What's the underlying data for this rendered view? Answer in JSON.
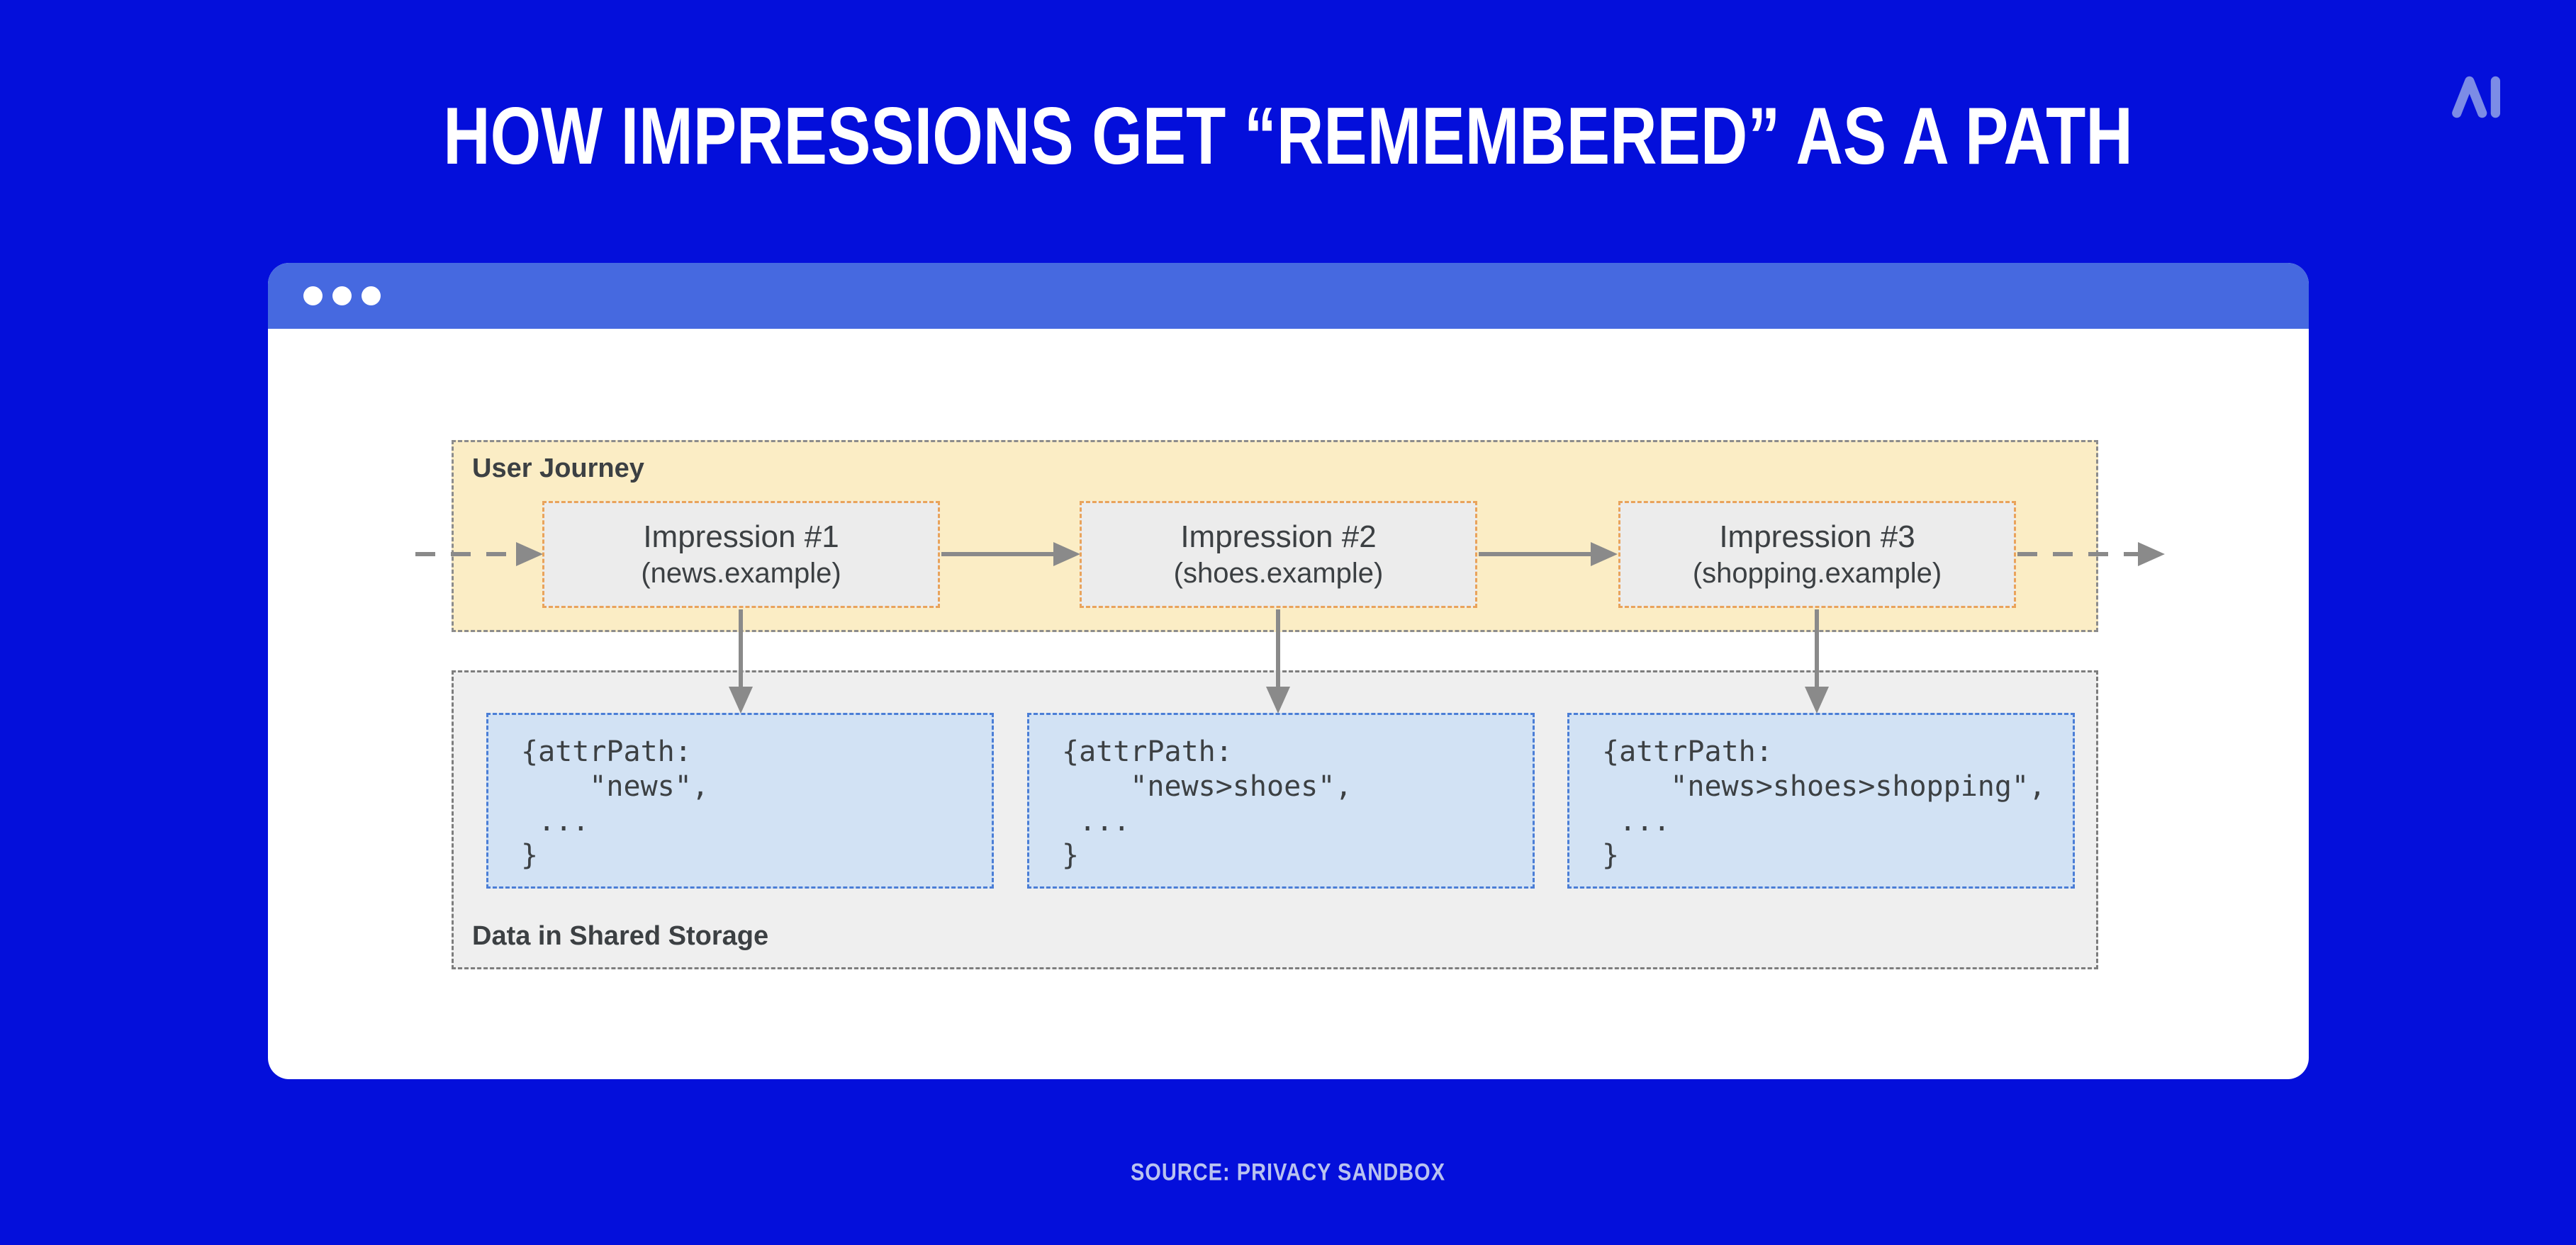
{
  "colors": {
    "bg": "#040FDB",
    "titlebar": "#4669E0",
    "window": "#FFFFFF",
    "journey-bg": "#FBEDC5",
    "journey-border": "#8C8C8C",
    "impression-bg": "#ECECEC",
    "impression-border": "#E9A35B",
    "storage-bg": "#EFEFEF",
    "storage-border": "#7D7D7D",
    "code-bg": "#D2E2F4",
    "code-border": "#4B7ED6",
    "text-dark": "#3C4043",
    "arrow": "#8A8A8A",
    "logo": "#7C8CE6",
    "source": "#B9C2F0"
  },
  "header": {
    "title": "HOW IMPRESSIONS GET “REMEMBERED” AS A PATH",
    "logo_icon": "AI-logo"
  },
  "browser": {
    "controls_icon": "window-control-dots"
  },
  "journey": {
    "label": "User Journey",
    "impressions": [
      {
        "title": "Impression #1",
        "subtitle": "(news.example)"
      },
      {
        "title": "Impression #2",
        "subtitle": "(shoes.example)"
      },
      {
        "title": "Impression #3",
        "subtitle": "(shopping.example)"
      }
    ]
  },
  "storage": {
    "label": "Data in Shared Storage",
    "entries": [
      {
        "code": "{attrPath:\n    \"news\",\n ...\n}"
      },
      {
        "code": "{attrPath:\n    \"news>shoes\",\n ...\n}"
      },
      {
        "code": "{attrPath:\n    \"news>shoes>shopping\",\n ...\n}"
      }
    ]
  },
  "footer": {
    "source": "SOURCE: PRIVACY SANDBOX"
  }
}
